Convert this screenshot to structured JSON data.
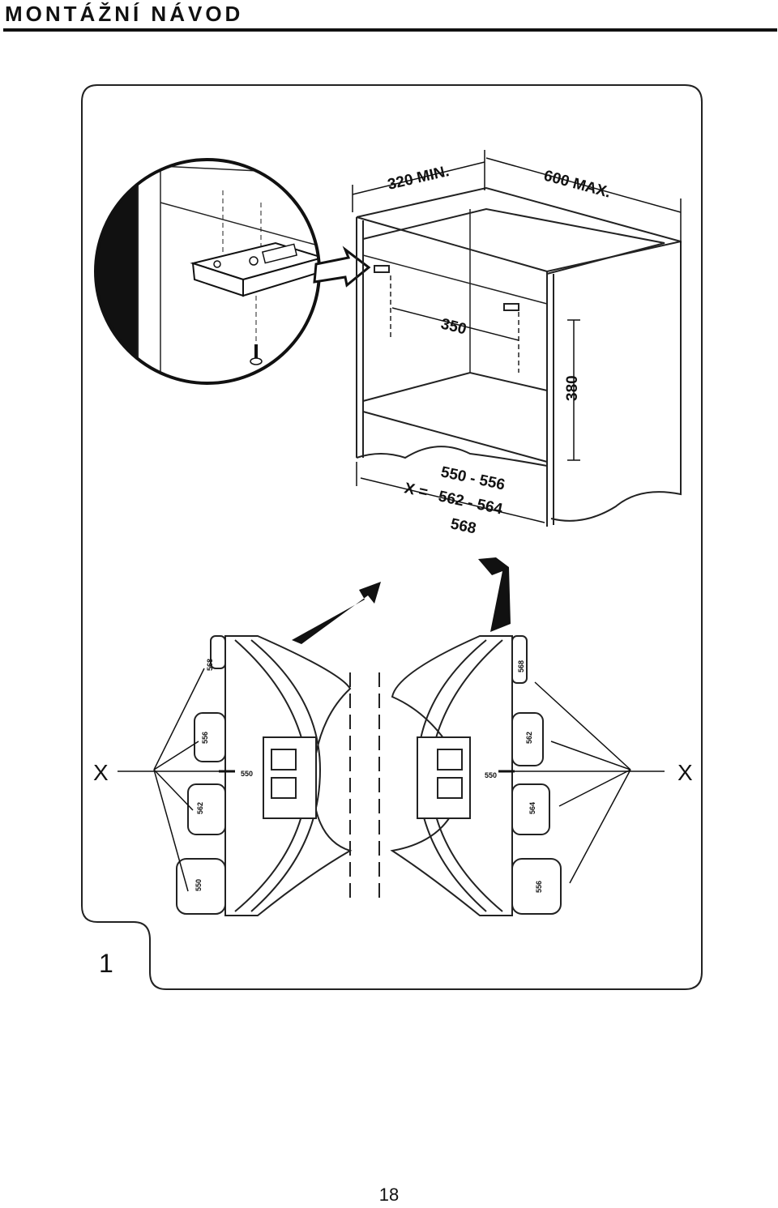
{
  "header": {
    "title": "MONTÁŽNÍ NÁVOD"
  },
  "figure": {
    "number": "1",
    "dimensions": {
      "depth_min": "320 MIN.",
      "depth_max": "600 MAX.",
      "spacing": "350",
      "height": "380",
      "x_prefix": "X =",
      "x_values": [
        "550 - 556",
        "562 - 564",
        "568"
      ]
    },
    "axis_left": "X",
    "axis_right": "X",
    "template_left": {
      "marks": [
        "568",
        "556",
        "562",
        "550",
        "550"
      ]
    },
    "template_right": {
      "marks": [
        "568",
        "562",
        "550",
        "564",
        "556"
      ]
    }
  },
  "footer": {
    "page_number": "18"
  }
}
